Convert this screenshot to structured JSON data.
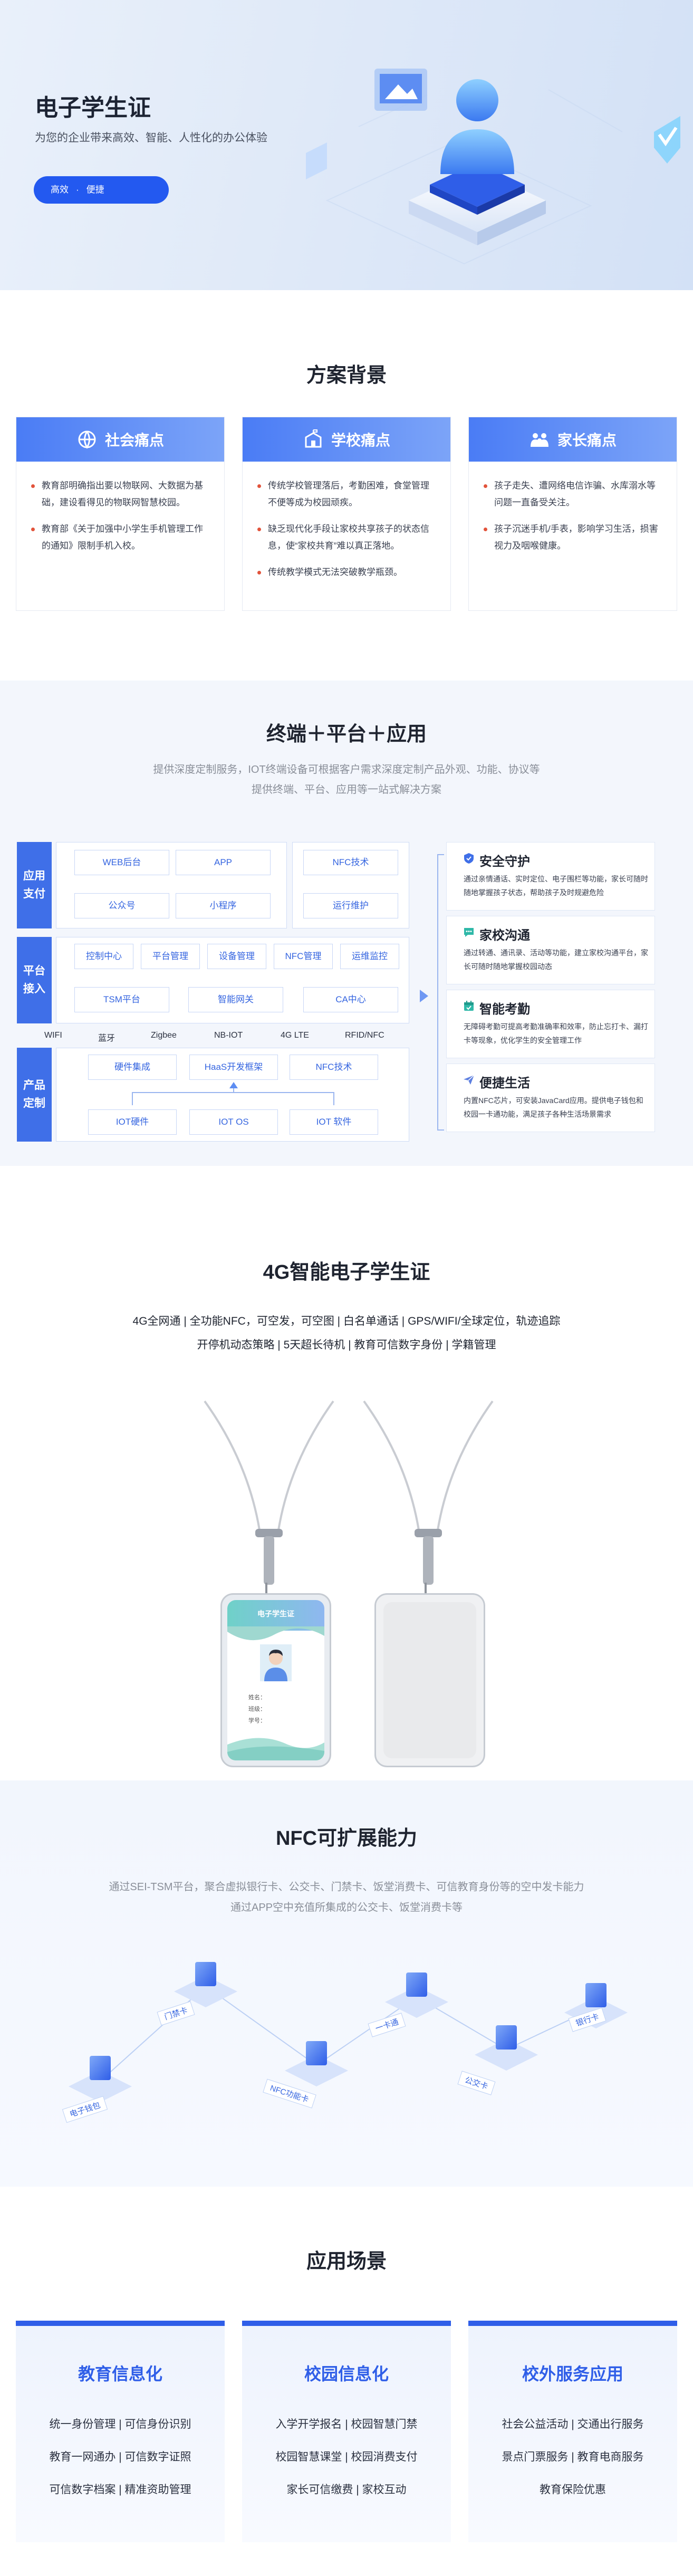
{
  "hero": {
    "title": "电子学生证",
    "tagline": "为您的企业带来高效、智能、人性化的办公体验",
    "pill": [
      "高效",
      "·",
      "便捷"
    ]
  },
  "background": {
    "title": "方案背景",
    "cards": [
      {
        "title": "社会痛点",
        "icon": "globe-icon",
        "items": [
          "教育部明确指出要以物联网、大数据为基础，建设看得见的物联网智慧校园。",
          "教育部《关于加强中小学生手机管理工作的通知》限制手机入校。"
        ]
      },
      {
        "title": "学校痛点",
        "icon": "school-icon",
        "items": [
          "传统学校管理落后，考勤困难，食堂管理不便等成为校园顽疾。",
          "缺乏现代化手段让家校共享孩子的状态信息，使“家校共育”难以真正落地。",
          "传统教学模式无法突破教学瓶颈。"
        ]
      },
      {
        "title": "家长痛点",
        "icon": "family-icon",
        "items": [
          "孩子走失、遭网络电信诈骗、水库溺水等问题一直备受关注。",
          "孩子沉迷手机/手表，影响学习生活，损害视力及咽喉健康。"
        ]
      }
    ]
  },
  "terminal": {
    "title": "终端＋平台＋应用",
    "desc": [
      "提供深度定制服务，IOT终端设备可根据客户需求深度定制产品外观、功能、协议等",
      "提供终端、平台、应用等一站式解决方案"
    ],
    "rows": [
      {
        "label": "应用\n支付",
        "chips_left": [
          "WEB后台",
          "APP",
          "公众号",
          "小程序"
        ],
        "chips_right": [
          "NFC技术",
          "运行维护"
        ]
      },
      {
        "label": "平台\n接入",
        "chips": [
          "控制中心",
          "平台管理",
          "设备管理",
          "NFC管理",
          "运维监控",
          "TSM平台",
          "智能网关",
          "CA中心"
        ]
      },
      {
        "label": "产品\n定制",
        "chips": [
          "硬件集成",
          "HaaS开发框架",
          "NFC技术",
          "IOT硬件",
          "IOT OS",
          "IOT 软件"
        ]
      }
    ],
    "protocols": [
      "WIFI",
      "蓝牙",
      "Zigbee",
      "NB-IOT",
      "4G LTE",
      "RFID/NFC"
    ],
    "features": [
      {
        "title": "安全守护",
        "icon": "shield-icon",
        "desc": "通过亲情通话、实时定位、电子围栏等功能，家长可随时随地掌握孩子状态，帮助孩子及时规避危险"
      },
      {
        "title": "家校沟通",
        "icon": "chat-icon",
        "desc": "通过转通、通讯录、活动等功能，建立家校沟通平台，家长可随时随地掌握校园动态"
      },
      {
        "title": "智能考勤",
        "icon": "calendar-icon",
        "desc": "无障碍考勤可提高考勤准确率和效率，防止忘打卡、漏打卡等现象，优化学生的安全管理工作"
      },
      {
        "title": "便捷生活",
        "icon": "send-icon",
        "desc": "内置NFC芯片，可安装JavaCard应用。提供电子钱包和校园一卡通功能，满足孩子各种生活场景需求"
      }
    ]
  },
  "g4": {
    "title": "4G智能电子学生证",
    "features": [
      "4G全网通 | 全功能NFC，可空发，可空图 | 白名单通话 | GPS/WIFI/全球定位，轨迹追踪",
      "开停机动态策略 | 5天超长待机 | 教育可信数字身份 | 学籍管理"
    ],
    "card_header": "电子学生证",
    "card_fields": [
      "姓名：",
      "班级：",
      "学号："
    ]
  },
  "nfc": {
    "title": "NFC可扩展能力",
    "desc": [
      "通过SEI-TSM平台，聚合虚拟银行卡、公交卡、门禁卡、饭堂消费卡、可信教育身份等的空中发卡能力",
      "通过APP空中充值所集成的公交卡、饭堂消费卡等"
    ],
    "tags": [
      "电子钱包",
      "门禁卡",
      "NFC功能卡",
      "一卡通",
      "公交卡",
      "银行卡"
    ]
  },
  "scene": {
    "title": "应用场景",
    "cards": [
      {
        "title": "教育信息化",
        "lines": [
          "统一身份管理 | 可信身份识别",
          "教育一网通办 | 可信数字证照",
          "可信数字档案 | 精准资助管理"
        ]
      },
      {
        "title": "校园信息化",
        "lines": [
          "入学开学报名 | 校园智慧门禁",
          "校园智慧课堂 | 校园消费支付",
          "家长可信缴费 | 家校互动"
        ]
      },
      {
        "title": "校外服务应用",
        "lines": [
          "社会公益活动 | 交通出行服务",
          "景点门票服务 | 教育电商服务",
          "教育保险优惠"
        ]
      }
    ]
  },
  "colors": {
    "primary": "#2f5ee8",
    "accent": "#4a7cf5",
    "bullet": "#e2533b"
  }
}
